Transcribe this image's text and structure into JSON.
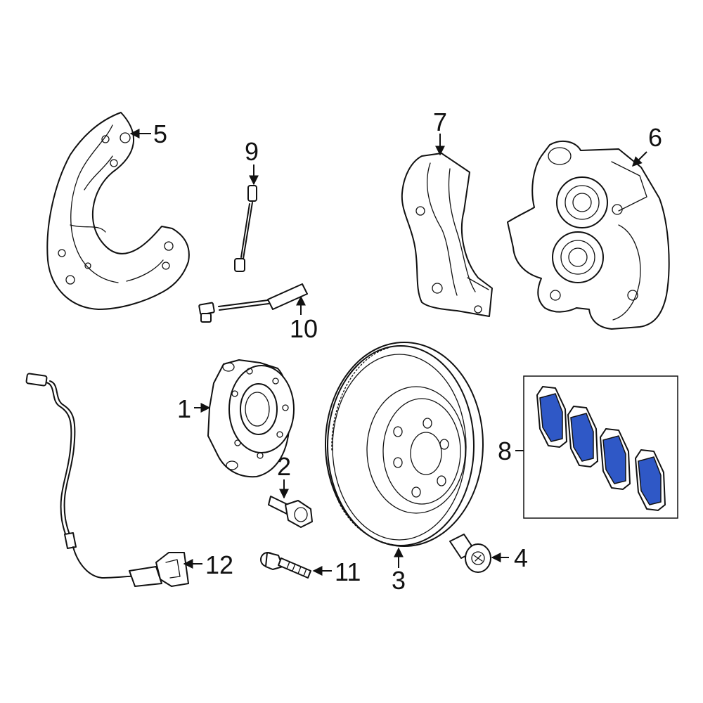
{
  "callouts": {
    "c1": "1",
    "c2": "2",
    "c3": "3",
    "c4": "4",
    "c5": "5",
    "c6": "6",
    "c7": "7",
    "c8": "8",
    "c9": "9",
    "c10": "10",
    "c11": "11",
    "c12": "12"
  },
  "colors": {
    "highlight": "#2f58c6",
    "line": "#111111",
    "background": "#ffffff"
  }
}
